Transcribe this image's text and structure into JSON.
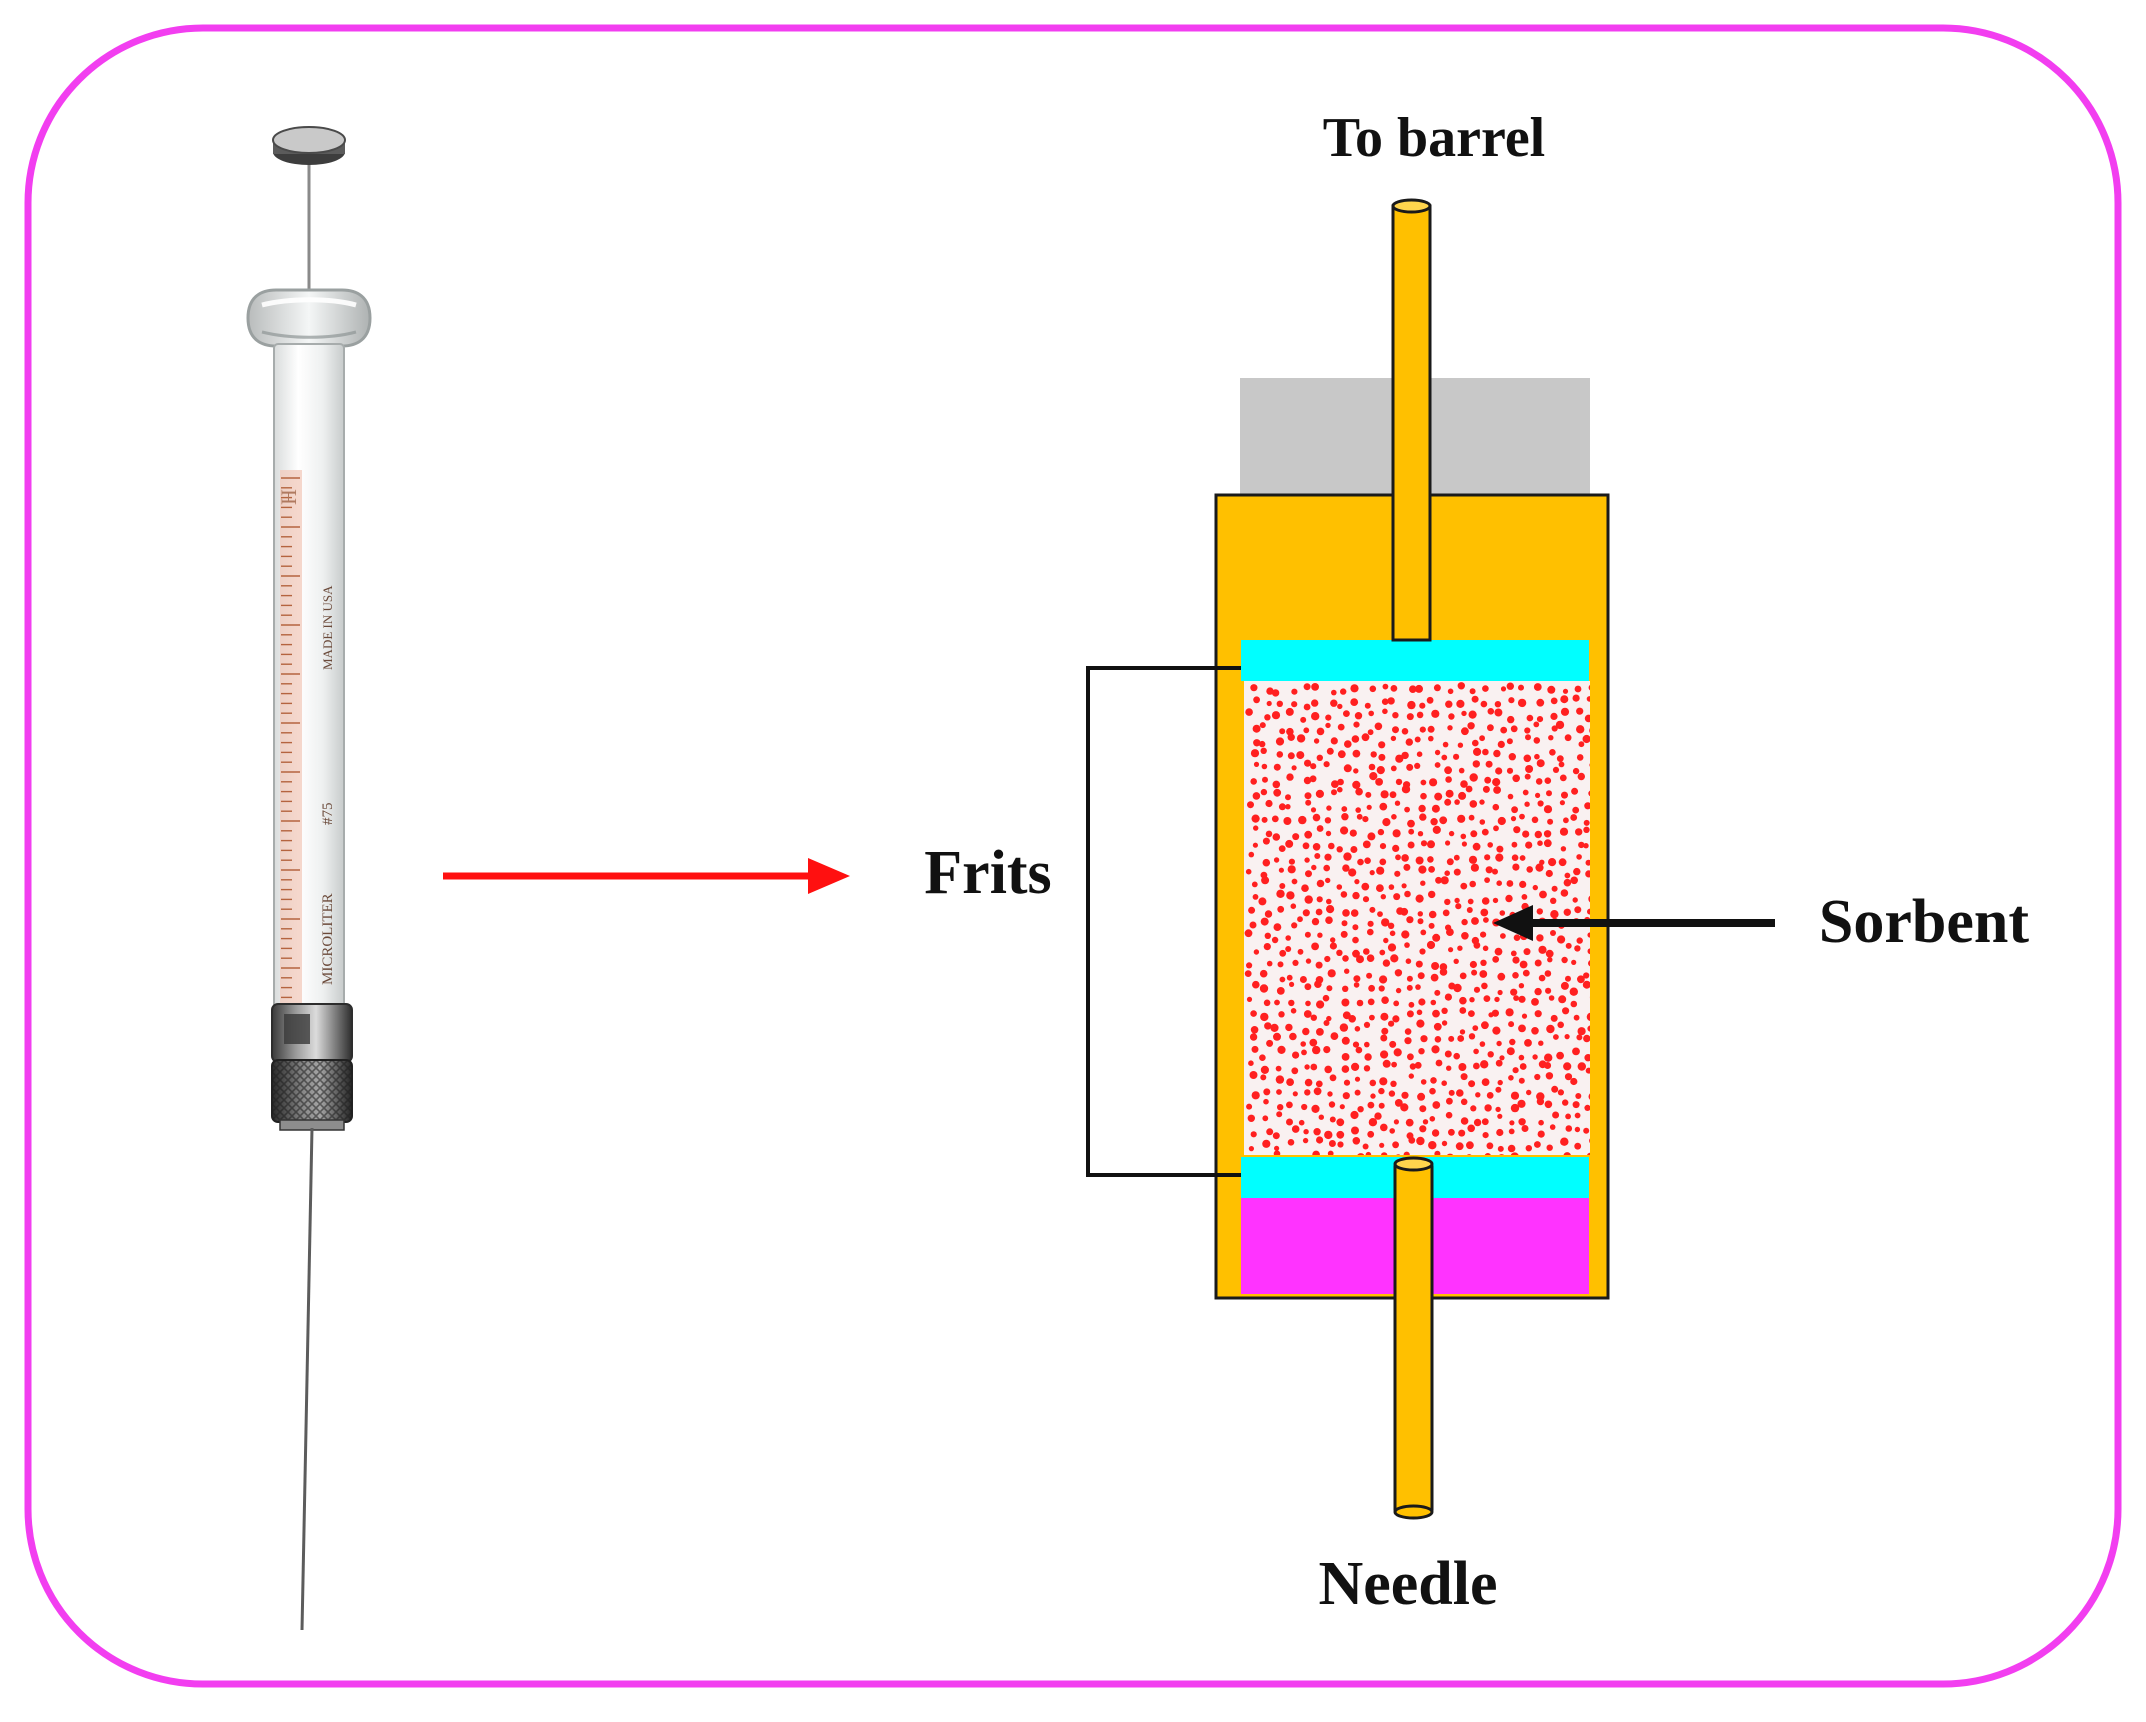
{
  "labels": {
    "to_barrel": "To barrel",
    "frits": "Frits",
    "sorbent": "Sorbent",
    "needle": "Needle"
  },
  "syringe_print": {
    "brand": "MICROLITER",
    "model": "#75",
    "origin": "MADE IN USA"
  },
  "colors": {
    "frame_border": "#f23ef0",
    "housing": "#ffc000",
    "cap": "#c8c8c8",
    "frit": "#00ffff",
    "sorbent_background": "#f9f1f1",
    "sorbent_particles": "#ff2020",
    "bottom_chamber": "#ff33ff",
    "flow_arrow": "#ff1010",
    "pointer_arrow": "#111111"
  }
}
